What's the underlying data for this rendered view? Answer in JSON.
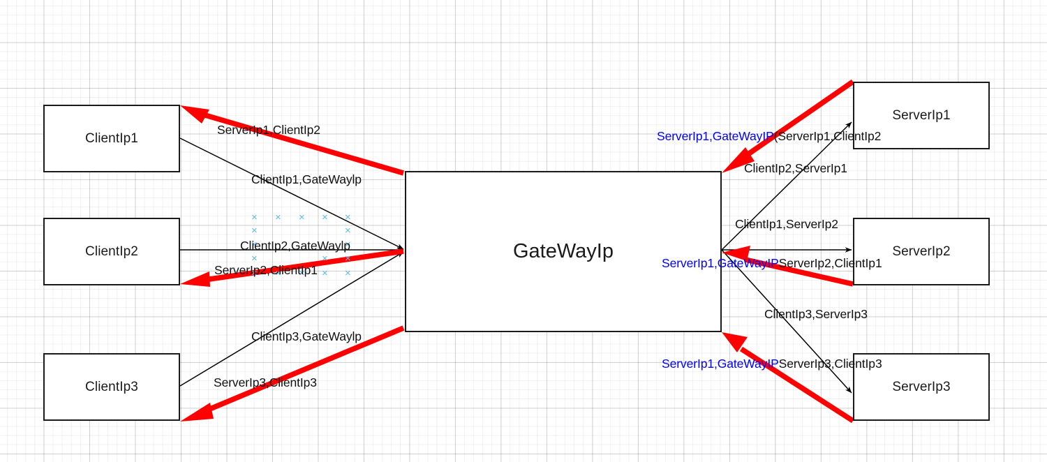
{
  "diagram": {
    "title": "Client-Gateway-Server NAT flow diagram",
    "colors": {
      "box_border": "#1a1a1a",
      "thin_arrow": "#000000",
      "thick_arrow": "#ff0000",
      "blue_text": "#0000ff",
      "x_mark": "#5cbbe6",
      "background": "#ffffff",
      "grid_line": "#e6e6e6"
    },
    "clients": [
      {
        "id": "client1",
        "label": "ClientIp1"
      },
      {
        "id": "client2",
        "label": "ClientIp2"
      },
      {
        "id": "client3",
        "label": "ClientIp3"
      }
    ],
    "gateway": {
      "id": "gateway",
      "label": "GateWayIp"
    },
    "servers": [
      {
        "id": "server1",
        "label": "ServerIp1"
      },
      {
        "id": "server2",
        "label": "ServerIp2"
      },
      {
        "id": "server3",
        "label": "ServerIp3"
      }
    ],
    "edge_labels": {
      "client1_to_gateway": "ClientIp1,GateWaylp",
      "gateway_to_client1": "ServerIp1,ClientIp2",
      "client2_to_gateway": "ClientIp2,GateWaylp",
      "gateway_to_client2": "ServerIp2,ClientIp1",
      "client3_to_gateway": "ClientIp3,GateWaylp",
      "gateway_to_client3": "ServerIp3,ClientIp3",
      "server1_row_blue": "ServerIp1,GateWayIP",
      "server1_row_black": "(ServerIp1,ClientIp2",
      "gateway_to_server1": "ClientIp2,ServerIp1",
      "gateway_to_server2": "ClientIp1,ServerIp2",
      "server2_row_blue": "ServerIp1,GateWayIP",
      "server2_row_black": "ServerIp2,ClientIp1",
      "gateway_to_server3": "ClientIp3,ServerIp3",
      "server3_row_blue": "ServerIp1,GateWayIP",
      "server3_row_black": "ServerIp3,ClientIp3"
    },
    "annotation_marks": {
      "glyph": "×",
      "description": "light-blue cross marks forming a rectangular marquee outline"
    }
  }
}
